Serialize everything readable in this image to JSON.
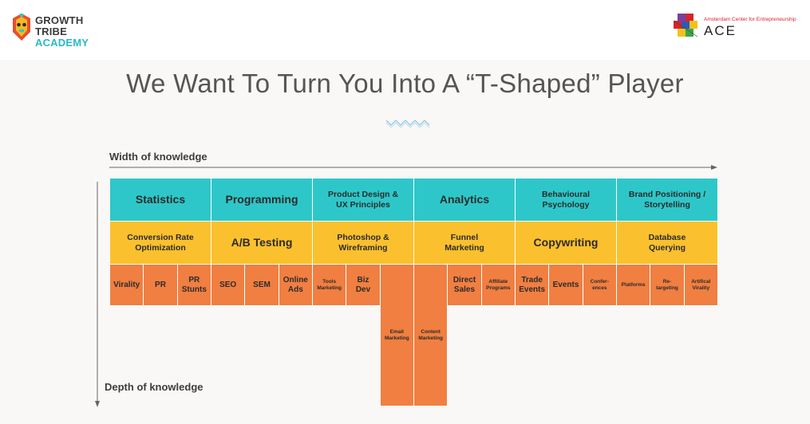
{
  "header": {
    "growth_tribe_line1": "GROWTH",
    "growth_tribe_line2a": "TRIBE ",
    "growth_tribe_line2b": "ACADEMY",
    "ace_small": "Amsterdam Center for Entrepreneurship",
    "ace_big": "ACE"
  },
  "title": "We Want To Turn You Into A “T-Shaped” Player",
  "axes": {
    "width_label": "Width of knowledge",
    "depth_label": "Depth of knowledge"
  },
  "colors": {
    "teal": "#2ec7c9",
    "yellow": "#fbc02d",
    "orange": "#f07f41"
  },
  "row1": [
    "Statistics",
    "Programming",
    "Product Design &\nUX Principles",
    "Analytics",
    "Behavioural\nPsychology",
    "Brand Positioning /\nStorytelling"
  ],
  "row2": [
    "Conversion Rate\nOptimization",
    "A/B Testing",
    "Photoshop &\nWireframing",
    "Funnel\nMarketing",
    "Copywriting",
    "Database\nQuerying"
  ],
  "row3": [
    "Virality",
    "PR",
    "PR\nStunts",
    "SEO",
    "SEM",
    "Online\nAds",
    "Tools\nMarketing",
    "Biz\nDev",
    "Email\nMarketing",
    "Content\nMarketing",
    "Direct\nSales",
    "Affiliate\nPrograms",
    "Trade\nEvents",
    "Events",
    "Confer-\nences",
    "Platforms",
    "Re-\ntargeting",
    "Artifical\nVirality"
  ]
}
